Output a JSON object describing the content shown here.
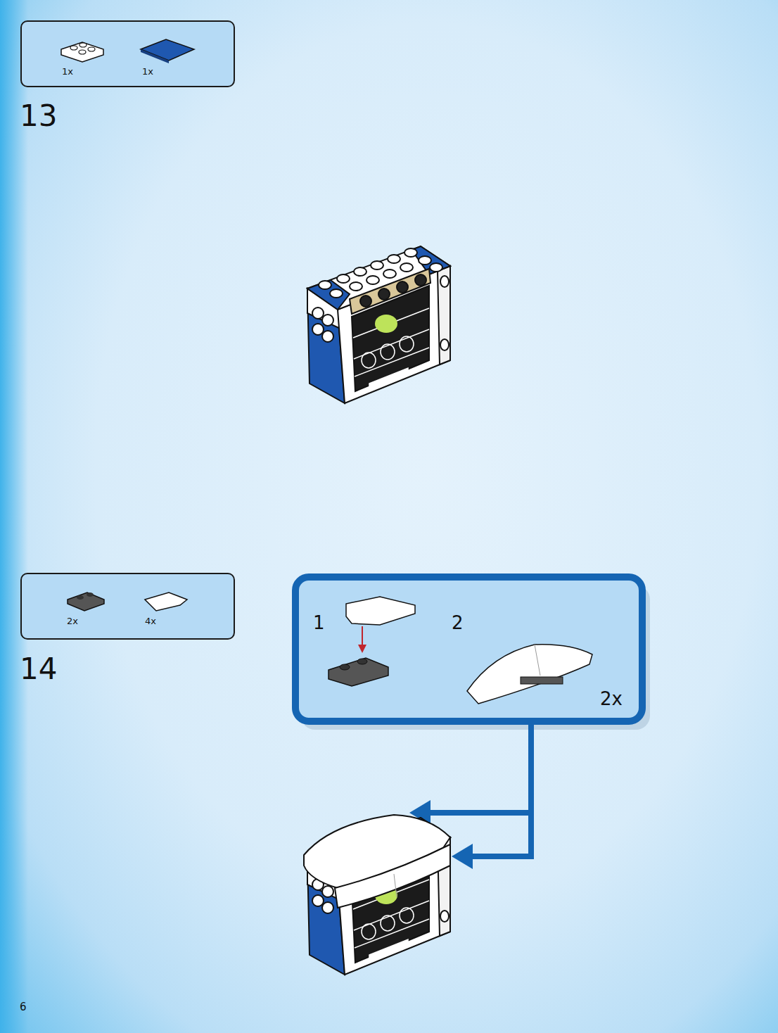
{
  "diagram": {
    "nodes": [
      {
        "text": [
          "1x",
          "1x"
        ]
      },
      {
        "text": [
          "2x",
          "4x"
        ]
      },
      {
        "text": [
          "1",
          "2",
          "2x"
        ]
      }
    ],
    "labels": [
      "13",
      "14",
      "6"
    ]
  }
}
